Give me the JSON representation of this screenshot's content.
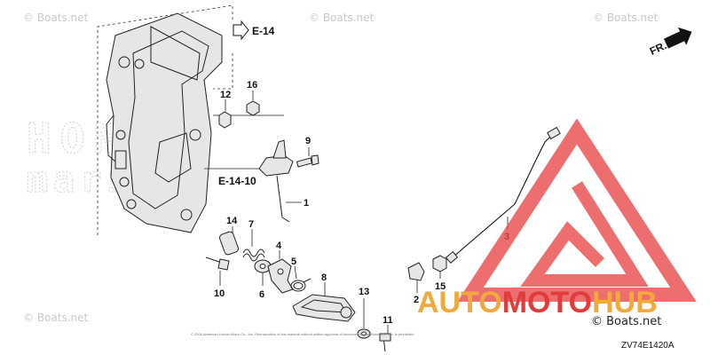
{
  "watermarks": {
    "top_left": "© Boats.net",
    "top_center": "© Boats.net",
    "top_right": "© Boats.net",
    "bottom_left": "© Boats.net",
    "bottom_right": "© Boats.net"
  },
  "brand_logo": {
    "background_text": "HONDA",
    "background_text_2": "marine",
    "text_part1": "AUTO",
    "text_part2": "MOTO",
    "text_part3": "HUB",
    "color_orange": "#f2a93b",
    "color_red": "#e23b3b",
    "triangle_color": "#e84a4a"
  },
  "direction_arrow": {
    "label": "FR."
  },
  "references": [
    {
      "label": "E-14"
    },
    {
      "label": "E-14-10"
    }
  ],
  "callouts": [
    {
      "label": "1"
    },
    {
      "label": "2"
    },
    {
      "label": "3"
    },
    {
      "label": "4"
    },
    {
      "label": "5"
    },
    {
      "label": "6"
    },
    {
      "label": "7"
    },
    {
      "label": "8"
    },
    {
      "label": "9"
    },
    {
      "label": "10"
    },
    {
      "label": "11"
    },
    {
      "label": "12"
    },
    {
      "label": "13"
    },
    {
      "label": "14"
    },
    {
      "label": "15"
    },
    {
      "label": "16"
    }
  ],
  "diagram_code": "ZV74E1420A",
  "copyright_line": "© 2004 American Honda Motor Co., Inc. Reproduction of this material without written approval of American Honda Motor Co., Inc. is prohibited"
}
